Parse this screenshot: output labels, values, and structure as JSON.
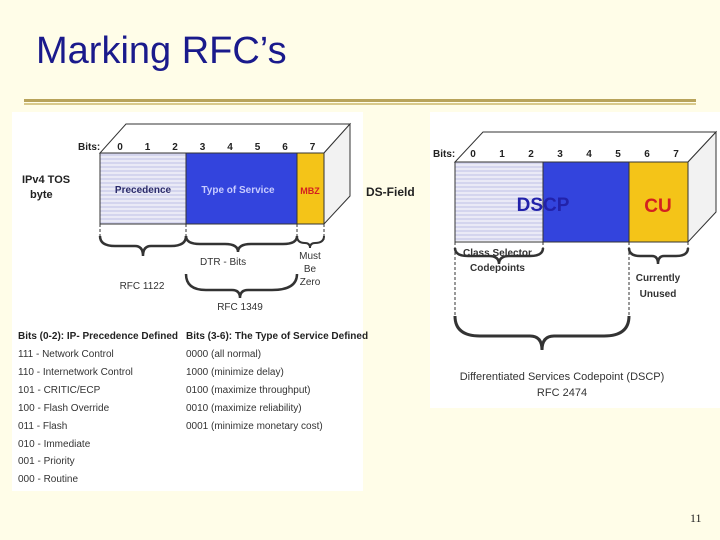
{
  "slide": {
    "title": "Marking RFC’s",
    "page_number": "11"
  },
  "left_diagram": {
    "bits_label": "Bits:",
    "bit_numbers": [
      "0",
      "1",
      "2",
      "3",
      "4",
      "5",
      "6",
      "7"
    ],
    "row_label_line1": "IPv4 TOS",
    "row_label_line2": "byte",
    "fields": {
      "precedence": "Precedence",
      "tos": "Type of Service",
      "mbz": "MBZ"
    },
    "dtr_label": "DTR - Bits",
    "must_be_zero": [
      "Must",
      "Be",
      "Zero"
    ],
    "rfc_1122": "RFC 1122",
    "rfc_1349": "RFC 1349",
    "colors": {
      "precedence": "#cfd0ec",
      "tos": "#3344dd",
      "mbz": "#f4c418",
      "accent": "#ffffff"
    }
  },
  "right_diagram": {
    "bits_label": "Bits:",
    "bit_numbers": [
      "0",
      "1",
      "2",
      "3",
      "4",
      "5",
      "6",
      "7"
    ],
    "ds_field_label": "DS-Field",
    "fields": {
      "dscp": "DSCP",
      "cu": "CU"
    },
    "class_selector": [
      "Class Selector",
      "Codepoints"
    ],
    "currently_unused": [
      "Currently",
      "Unused"
    ],
    "dscp_caption": "Differentiated Services Codepoint (DSCP)",
    "rfc_2474": "RFC 2474",
    "colors": {
      "class_selector": "#cfd0ec",
      "dscp": "#3344dd",
      "cu": "#f4c418",
      "cu_text": "#d32020",
      "dscp_text": "#2222aa"
    }
  },
  "legend": {
    "precedence_heading": "Bits (0-2): IP- Precedence Defined",
    "precedence_items": [
      "111 - Network Control",
      "110 - Internetwork Control",
      "101 - CRITIC/ECP",
      "100 - Flash Override",
      "011 - Flash",
      "010 - Immediate",
      "001 - Priority",
      "000 - Routine"
    ],
    "tos_heading": "Bits (3-6): The Type of Service Defined",
    "tos_items": [
      "0000  (all normal)",
      "1000  (minimize delay)",
      "0100  (maximize throughput)",
      "0010  (maximize reliability)",
      "0001  (minimize monetary cost)"
    ]
  }
}
